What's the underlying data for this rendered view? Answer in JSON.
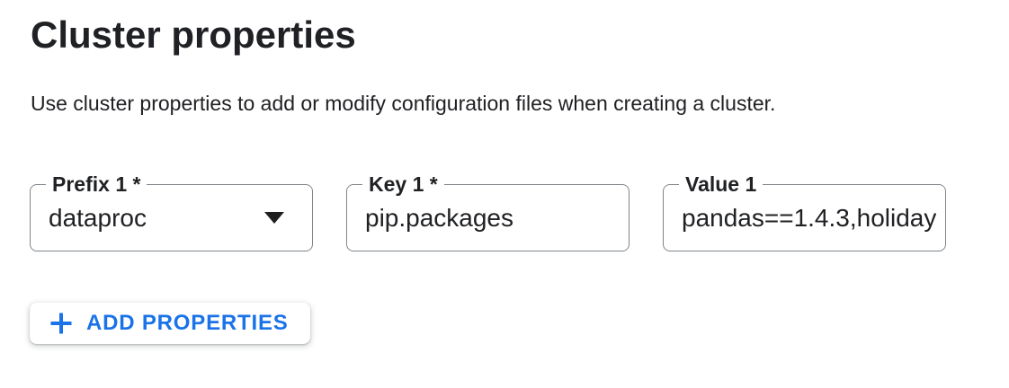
{
  "header": {
    "title": "Cluster properties",
    "description": "Use cluster properties to add or modify configuration files when creating a cluster."
  },
  "form": {
    "prefix_field": {
      "label": "Prefix 1 *",
      "value": "dataproc"
    },
    "key_field": {
      "label": "Key 1 *",
      "value": "pip.packages"
    },
    "value_field": {
      "label": "Value 1",
      "value": "pandas==1.4.3,holiday"
    }
  },
  "actions": {
    "add_properties_label": "ADD PROPERTIES"
  },
  "icons": {
    "add_icon": "plus",
    "prefix_dropdown_icon": "caret-down"
  },
  "colors": {
    "accent_blue": "#1a73e8",
    "text_primary": "#202124",
    "field_border": "#80868b"
  }
}
